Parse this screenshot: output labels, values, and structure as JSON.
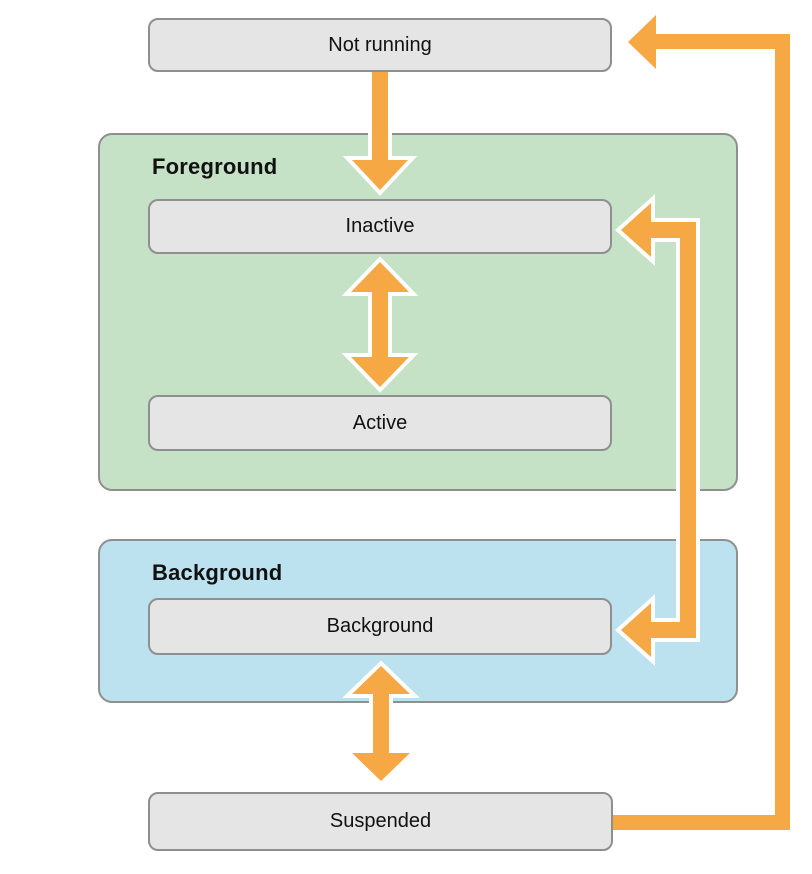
{
  "diagram": {
    "nodes": {
      "not_running": {
        "label": "Not running"
      },
      "inactive": {
        "label": "Inactive"
      },
      "active": {
        "label": "Active"
      },
      "background": {
        "label": "Background"
      },
      "suspended": {
        "label": "Suspended"
      }
    },
    "groups": {
      "foreground": {
        "label": "Foreground"
      },
      "background": {
        "label": "Background"
      }
    },
    "edges": [
      {
        "from": "Not running",
        "to": "Inactive",
        "direction": "one-way"
      },
      {
        "from": "Inactive",
        "to": "Active",
        "direction": "two-way"
      },
      {
        "from": "Inactive",
        "to": "Background",
        "direction": "two-way"
      },
      {
        "from": "Background",
        "to": "Suspended",
        "direction": "two-way"
      },
      {
        "from": "Suspended",
        "to": "Not running",
        "direction": "one-way"
      }
    ],
    "colors": {
      "arrow": "#F5A843",
      "outline": "#FFFFFF",
      "foreground_group": "#C5E2C6",
      "background_group": "#BCE2EF",
      "node_fill": "#E5E5E5",
      "node_border": "#8F8F8F",
      "text": "#111111"
    }
  }
}
